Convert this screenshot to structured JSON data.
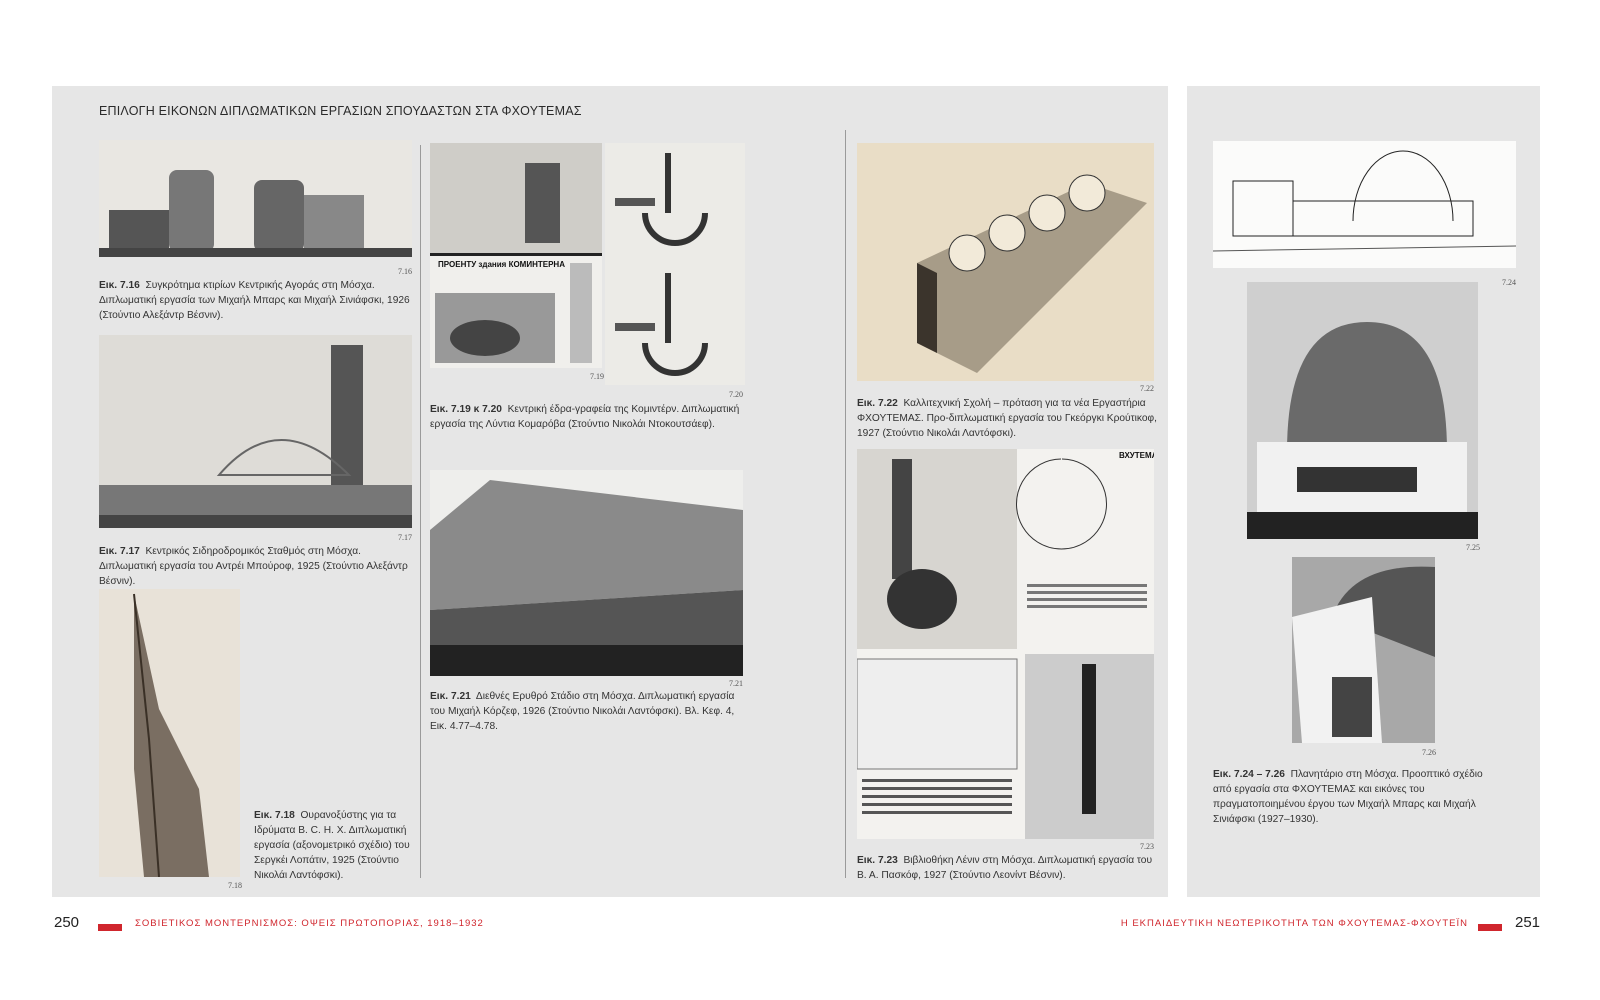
{
  "header": {
    "title": "ΕΠΙΛΟΓΗ ΕΙΚΟΝΩΝ ΔΙΠΛΩΜΑΤΙΚΩΝ ΕΡΓΑΣΙΩΝ ΣΠΟΥΔΑΣΤΩΝ ΣΤΑ ΦΧΟΥΤΕΜΑΣ"
  },
  "figures": [
    {
      "num": "7.16",
      "label": "Εικ. 7.16",
      "text": "Συγκρότημα κτιρίων Κεντρικής Αγοράς στη Μόσχα. Διπλωματική εργασία των Μιχαήλ Μπαρς και Μιχαήλ Σινιάφσκι, 1926 (Στούντιο Αλεξάντρ Βέσνιν)."
    },
    {
      "num": "7.17",
      "label": "Εικ. 7.17",
      "text": "Κεντρικός Σιδηροδρομικός Σταθμός στη Μόσχα. Διπλωματική εργασία του Αντρέι Μπούροφ, 1925 (Στούντιο Αλεξάντρ Βέσνιν)."
    },
    {
      "num": "7.18",
      "label": "Εικ. 7.18",
      "text": "Ουρανοξύστης για τα Ιδρύματα Β. C. Η. Χ. Διπλωματική εργασία (αξονομετρικό σχέδιο) του Σεργκέι Λοπάτιν, 1925 (Στούντιο Νικολάι Λαντόφσκι)."
    },
    {
      "num": "7.19",
      "num2": "7.20",
      "label": "Εικ. 7.19 κ 7.20",
      "text": "Κεντρική έδρα-γραφεία της Κομιντέρν. Διπλωματική εργασία της Λύντια Κομαρόβα (Στούντιο Νικολάι Ντοκουτσάεφ)."
    },
    {
      "num": "7.21",
      "label": "Εικ. 7.21",
      "text": "Διεθνές Ερυθρό Στάδιο στη Μόσχα. Διπλωματική εργασία του Μιχαήλ Κόρζεφ, 1926 (Στούντιο Νικολάι Λαντόφσκι). Βλ. Κεφ. 4, Εικ. 4.77–4.78."
    },
    {
      "num": "7.22",
      "label": "Εικ. 7.22",
      "text": "Καλλιτεχνική Σχολή – πρόταση για τα νέα Εργαστήρια ΦΧΟΥΤΕΜΑΣ. Προ-διπλωματική εργασία του Γκεόργκι Κρούτικοφ, 1927 (Στούντιο Νικολάι Λαντόφσκι)."
    },
    {
      "num": "7.23",
      "label": "Εικ. 7.23",
      "text": "Βιβλιοθήκη Λένιν στη Μόσχα. Διπλωματική εργασία του Β. Α. Πασκόφ, 1927 (Στούντιο Λεονίντ Βέσνιν)."
    },
    {
      "num": "7.24",
      "num2": "7.25",
      "num3": "7.26",
      "label": "Εικ. 7.24 – 7.26",
      "text": "Πλανητάριο στη Μόσχα. Προοπτικό σχέδιο από εργασία στα ΦΧΟΥΤΕΜΑΣ και εικόνες του πραγματοποιημένου έργου των Μιχαήλ Μπαρς και Μιχαήλ Σινιάφσκι (1927–1930)."
    }
  ],
  "image_text": {
    "kominterna": "ΠРОЕНТУ здания КОМИНТЕРНА",
    "vkhutemas": "ВХУТЕМАС"
  },
  "footer": {
    "left_page": "250",
    "left_title": "ΣΟΒΙΕΤΙΚΟΣ ΜΟΝΤΕΡΝΙΣΜΟΣ: ΟΨΕΙΣ ΠΡΩΤΟΠΟΡΙΑΣ, 1918–1932",
    "right_title": "Η ΕΚΠΑΙΔΕΥΤΙΚΗ ΝΕΩΤΕΡΙΚΟΤΗΤΑ ΤΩΝ ΦΧΟΥΤΕΜΑΣ-ΦΧΟΥΤΕΪΝ",
    "right_page": "251"
  },
  "colors": {
    "accent": "#d0262d",
    "panel": "#e6e6e6"
  }
}
